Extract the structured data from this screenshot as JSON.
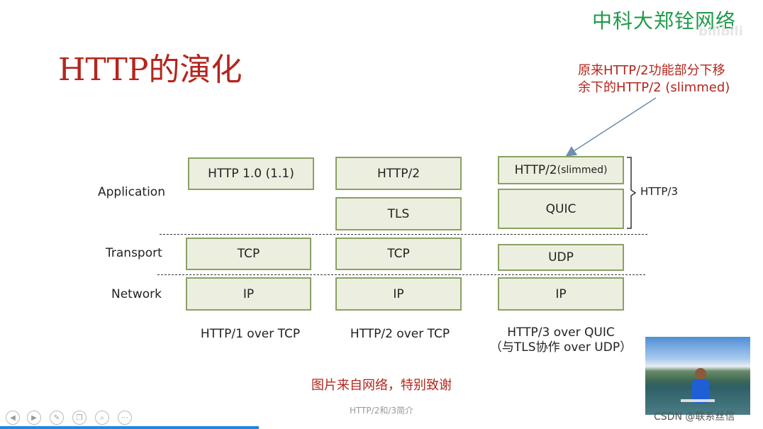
{
  "brand": "中科大郑铨网络",
  "watermark": "bilibili",
  "title": "HTTP的演化",
  "callout": {
    "line1": "原来HTTP/2功能部分下移",
    "line2": "余下的HTTP/2 (slimmed)"
  },
  "layers": {
    "application": "Application",
    "transport": "Transport",
    "network": "Network"
  },
  "stacks": [
    {
      "app": [
        "HTTP 1.0 (1.1)"
      ],
      "transport": "TCP",
      "network": "IP",
      "caption": [
        "HTTP/1 over TCP"
      ]
    },
    {
      "app": [
        "HTTP/2",
        "TLS"
      ],
      "transport": "TCP",
      "network": "IP",
      "caption": [
        "HTTP/2 over TCP"
      ]
    },
    {
      "app": [
        "HTTP/2 (slimmed)",
        "QUIC"
      ],
      "transport": "UDP",
      "network": "IP",
      "caption": [
        "HTTP/3 over QUIC",
        "（与TLS协作 over UDP）"
      ]
    }
  ],
  "http3_label": "HTTP/3",
  "credit": "图片来自网络，特别致谢",
  "footer": "HTTP/2和/3简介",
  "csdn_tag": "CSDN @联系丝信",
  "nav_icons": [
    "prev-icon",
    "next-icon",
    "pen-icon",
    "copy-icon",
    "zoom-icon",
    "more-icon"
  ],
  "colors": {
    "title": "#b3261e",
    "brand": "#1f9a4a",
    "box_fill": "#ecefdf",
    "box_border": "#8aa164",
    "progress": "#1e88e5"
  }
}
